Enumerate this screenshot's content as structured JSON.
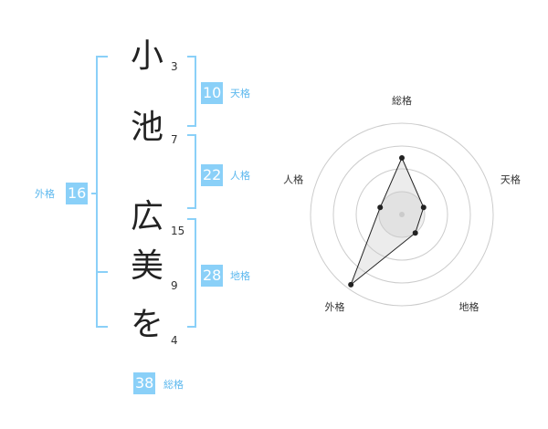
{
  "name_chars": [
    {
      "char": "小",
      "strokes": "3"
    },
    {
      "char": "池",
      "strokes": "7"
    },
    {
      "char": "広",
      "strokes": "15"
    },
    {
      "char": "美",
      "strokes": "9"
    },
    {
      "char": "を",
      "strokes": "4"
    }
  ],
  "fortunes": {
    "tenkaku": {
      "value": "10",
      "label": "天格"
    },
    "jinkaku": {
      "value": "22",
      "label": "人格"
    },
    "chikaku": {
      "value": "28",
      "label": "地格"
    },
    "gaikaku": {
      "value": "16",
      "label": "外格"
    },
    "soukaku": {
      "value": "38",
      "label": "総格"
    }
  },
  "accent_color": "#8ad0f8",
  "chart_data": {
    "type": "radar",
    "categories": [
      "総格",
      "天格",
      "地格",
      "外格",
      "人格"
    ],
    "values": [
      0.62,
      0.25,
      0.25,
      0.95,
      0.25
    ],
    "rings": 4,
    "grid": true
  }
}
